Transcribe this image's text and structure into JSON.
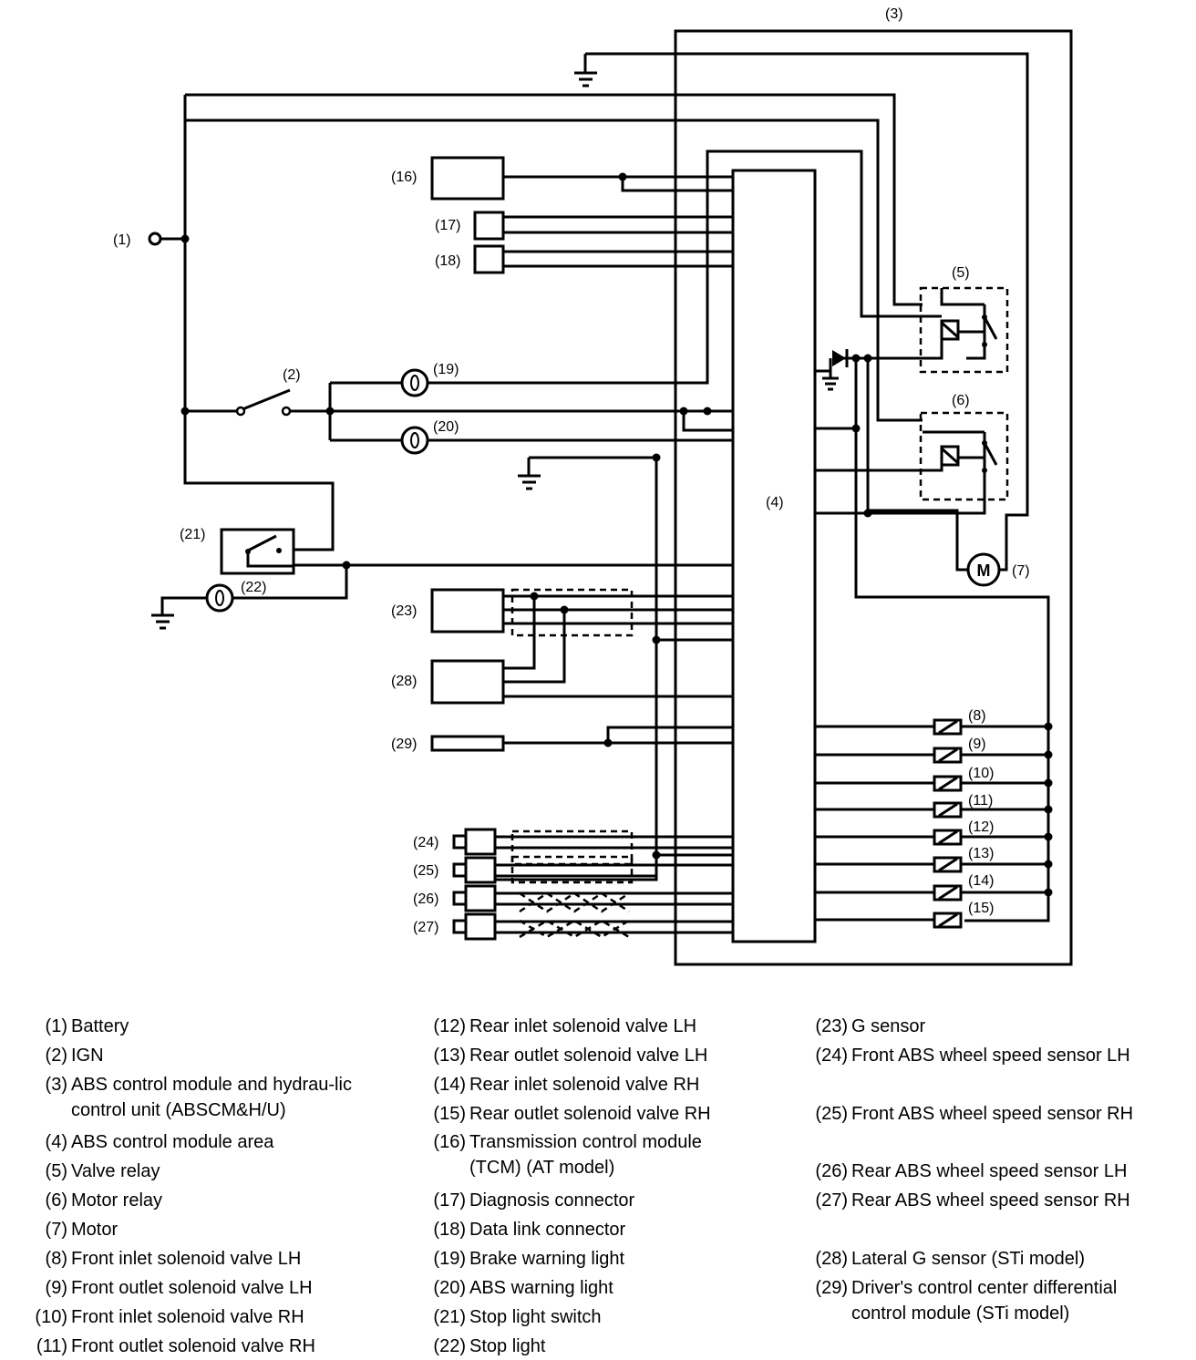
{
  "diagram": {
    "labels": {
      "n1": "(1)",
      "n2": "(2)",
      "n3": "(3)",
      "n4": "(4)",
      "n5": "(5)",
      "n6": "(6)",
      "n7": "(7)",
      "n8": "(8)",
      "n9": "(9)",
      "n10": "(10)",
      "n11": "(11)",
      "n12": "(12)",
      "n13": "(13)",
      "n14": "(14)",
      "n15": "(15)",
      "n16": "(16)",
      "n17": "(17)",
      "n18": "(18)",
      "n19": "(19)",
      "n20": "(20)",
      "n21": "(21)",
      "n22": "(22)",
      "n23": "(23)",
      "n24": "(24)",
      "n25": "(25)",
      "n26": "(26)",
      "n27": "(27)",
      "n28": "(28)",
      "n29": "(29)"
    },
    "motor_symbol": "M"
  },
  "legend": {
    "col1": [
      {
        "num": "(1)",
        "text": "Battery"
      },
      {
        "num": "(2)",
        "text": "IGN"
      },
      {
        "num": "(3)",
        "text": "ABS control module and hydrau-lic control unit (ABSCM&H/U)"
      },
      {
        "num": "(4)",
        "text": "ABS control module area"
      },
      {
        "num": "(5)",
        "text": "Valve relay"
      },
      {
        "num": "(6)",
        "text": "Motor relay"
      },
      {
        "num": "(7)",
        "text": "Motor"
      },
      {
        "num": "(8)",
        "text": "Front inlet solenoid valve LH"
      },
      {
        "num": "(9)",
        "text": "Front outlet solenoid valve LH"
      },
      {
        "num": "(10)",
        "text": "Front inlet solenoid valve RH"
      },
      {
        "num": "(11)",
        "text": "Front outlet solenoid valve RH"
      }
    ],
    "col2": [
      {
        "num": "(12)",
        "text": "Rear inlet solenoid valve LH"
      },
      {
        "num": "(13)",
        "text": "Rear outlet solenoid valve LH"
      },
      {
        "num": "(14)",
        "text": "Rear inlet solenoid valve RH"
      },
      {
        "num": "(15)",
        "text": "Rear outlet solenoid valve RH"
      },
      {
        "num": "(16)",
        "text": "Transmission control module (TCM) (AT model)"
      },
      {
        "num": "(17)",
        "text": "Diagnosis connector"
      },
      {
        "num": "(18)",
        "text": "Data link connector"
      },
      {
        "num": "(19)",
        "text": "Brake warning light"
      },
      {
        "num": "(20)",
        "text": "ABS warning light"
      },
      {
        "num": "(21)",
        "text": "Stop light switch"
      },
      {
        "num": "(22)",
        "text": "Stop light"
      }
    ],
    "col3": [
      {
        "num": "(23)",
        "text": "G sensor"
      },
      {
        "num": "(24)",
        "text": "Front ABS wheel speed sensor LH"
      },
      {
        "num": "(25)",
        "text": "Front ABS wheel speed sensor RH"
      },
      {
        "num": "(26)",
        "text": "Rear ABS wheel speed sensor LH"
      },
      {
        "num": "(27)",
        "text": "Rear ABS wheel speed sensor RH"
      },
      {
        "num": "(28)",
        "text": "Lateral G sensor (STi model)"
      },
      {
        "num": "(29)",
        "text": "Driver's control center differential control module (STi model)"
      }
    ]
  }
}
